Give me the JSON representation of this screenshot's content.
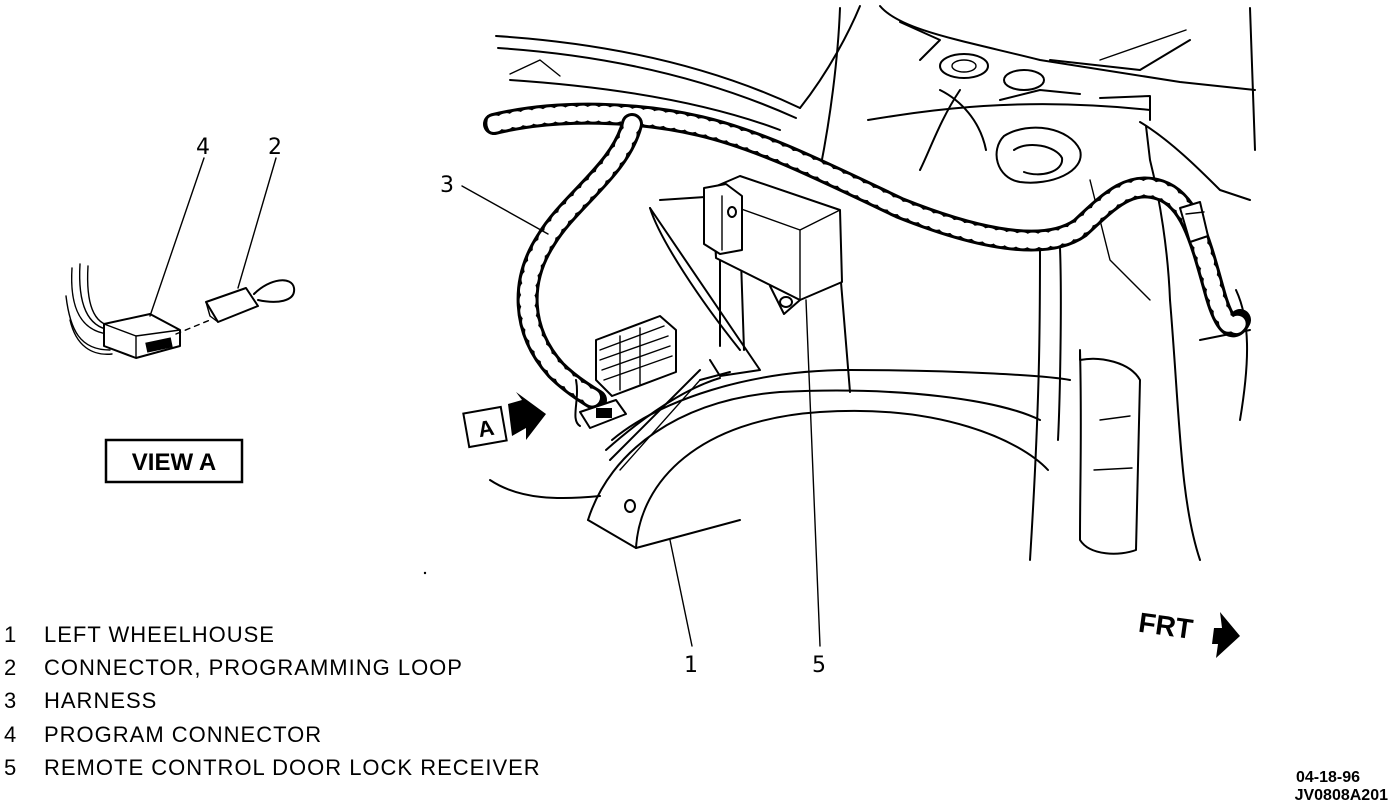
{
  "callouts": {
    "c1": "1",
    "c2": "2",
    "c3": "3",
    "c4": "4",
    "c5": "5",
    "view_arrow": "A"
  },
  "view_label": "VIEW A",
  "front_label": "FRT",
  "legend": [
    {
      "num": "1",
      "text": "LEFT WHEELHOUSE"
    },
    {
      "num": "2",
      "text": "CONNECTOR, PROGRAMMING LOOP"
    },
    {
      "num": "3",
      "text": "HARNESS"
    },
    {
      "num": "4",
      "text": "PROGRAM CONNECTOR"
    },
    {
      "num": "5",
      "text": "REMOTE CONTROL DOOR LOCK RECEIVER"
    }
  ],
  "footer": {
    "date": "04-18-96",
    "code": "JV0808A201"
  }
}
